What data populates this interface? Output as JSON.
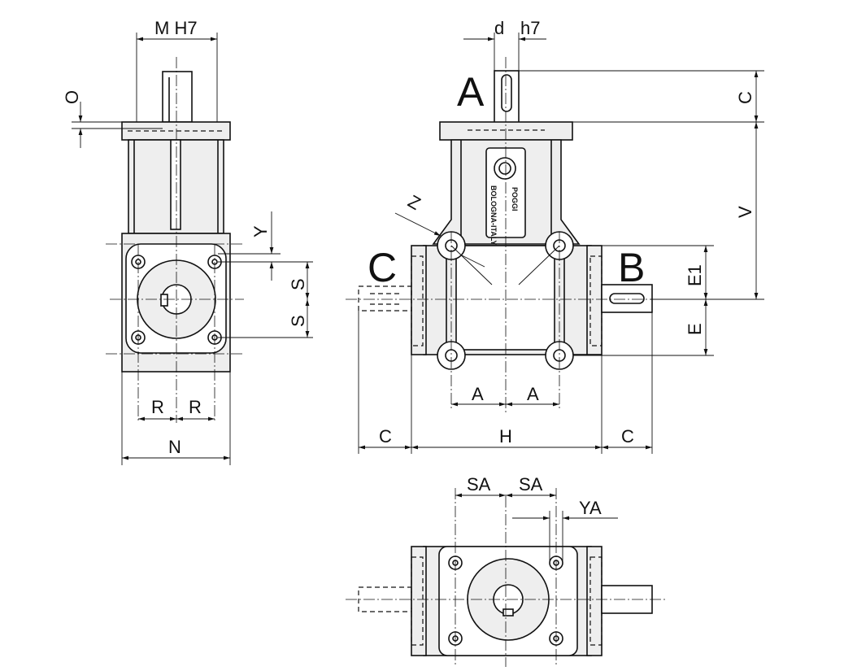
{
  "labels": {
    "front_M_H7": "M H7",
    "front_O": "O",
    "front_Y": "Y",
    "front_S_top": "S",
    "front_S_bottom": "S",
    "front_R_left": "R",
    "front_R_right": "R",
    "front_N": "N",
    "side_d": "d",
    "side_h7": "h7",
    "side_C_top": "C",
    "side_V": "V",
    "side_E1": "E1",
    "side_E": "E",
    "side_Z": "Z",
    "side_A_left": "A",
    "side_A_right": "A",
    "side_C_left": "C",
    "side_H": "H",
    "side_C_right": "C",
    "bottom_SA_left": "SA",
    "bottom_SA_right": "SA",
    "bottom_YA": "YA"
  },
  "shafts": {
    "A": "A",
    "B": "B",
    "C": "C"
  },
  "brand": {
    "line1": "POGGI",
    "line2": "BOLOGNA-ITALY"
  }
}
